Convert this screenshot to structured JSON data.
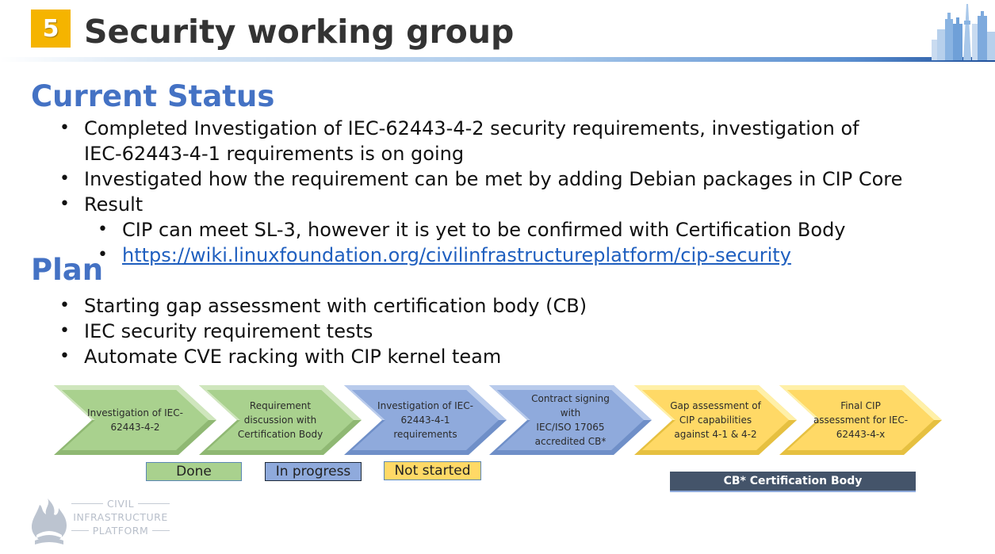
{
  "header": {
    "section_number": "5",
    "title": "Security working group"
  },
  "current_status": {
    "heading": "Current Status",
    "bullets": [
      "Completed Investigation of IEC-62443-4-2 security requirements, investigation of IEC-62443-4-1 requirements is on going",
      "Investigated how the requirement can be met by adding Debian packages in CIP Core",
      "Result"
    ],
    "result_sub": [
      "CIP can meet SL-3, however it is yet to be confirmed with Certification Body",
      "https://wiki.linuxfoundation.org/civilinfrastructureplatform/cip-security"
    ]
  },
  "plan": {
    "heading": "Plan",
    "bullets": [
      "Starting gap assessment with certification body (CB)",
      "IEC security requirement tests",
      "Automate CVE racking with CIP kernel team"
    ]
  },
  "process": {
    "steps": [
      {
        "lines": [
          "Investigation of IEC-",
          "62443-4-2"
        ],
        "status": "done"
      },
      {
        "lines": [
          "Requirement",
          "discussion with",
          "Certification Body"
        ],
        "status": "done"
      },
      {
        "lines": [
          "Investigation of IEC-",
          "62443-4-1",
          "requirements"
        ],
        "status": "in_progress"
      },
      {
        "lines": [
          "Contract signing with",
          "IEC/ISO 17065",
          "accredited CB*"
        ],
        "status": "in_progress"
      },
      {
        "lines": [
          "Gap assessment of",
          "CIP capabilities",
          "against 4-1 & 4-2"
        ],
        "status": "not_started"
      },
      {
        "lines": [
          "Final CIP",
          "assessment for IEC-",
          "62443-4-x"
        ],
        "status": "not_started"
      }
    ],
    "colors": {
      "done": "#a9d18e",
      "in_progress": "#8faadc",
      "not_started": "#ffd966"
    }
  },
  "legend": {
    "done": "Done",
    "in_progress": "In progress",
    "not_started": "Not started"
  },
  "footnote": "CB* Certification Body",
  "logo": {
    "line1": "CIVIL",
    "line2": "INFRASTRUCTURE",
    "line3": "PLATFORM"
  }
}
